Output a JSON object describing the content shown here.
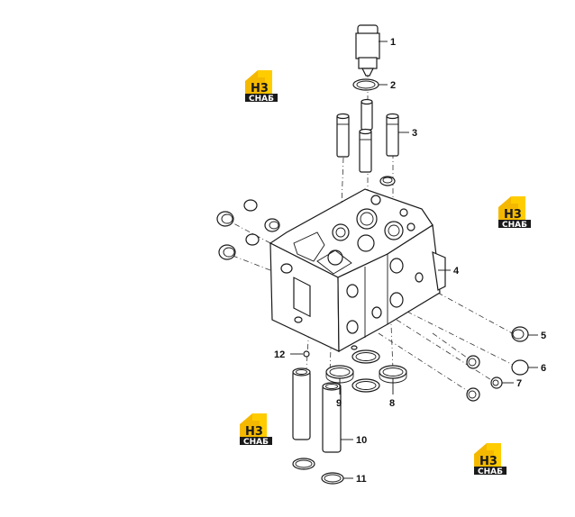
{
  "callouts": [
    {
      "id": "1",
      "label": "1"
    },
    {
      "id": "2",
      "label": "2"
    },
    {
      "id": "3",
      "label": "3"
    },
    {
      "id": "4",
      "label": "4"
    },
    {
      "id": "5",
      "label": "5"
    },
    {
      "id": "6",
      "label": "6"
    },
    {
      "id": "7",
      "label": "7"
    },
    {
      "id": "8",
      "label": "8"
    },
    {
      "id": "9",
      "label": "9"
    },
    {
      "id": "10",
      "label": "10"
    },
    {
      "id": "11",
      "label": "11"
    },
    {
      "id": "12",
      "label": "12"
    }
  ],
  "watermark": {
    "mark": "H3",
    "text": "СНАБ",
    "color": "#f5b800"
  }
}
